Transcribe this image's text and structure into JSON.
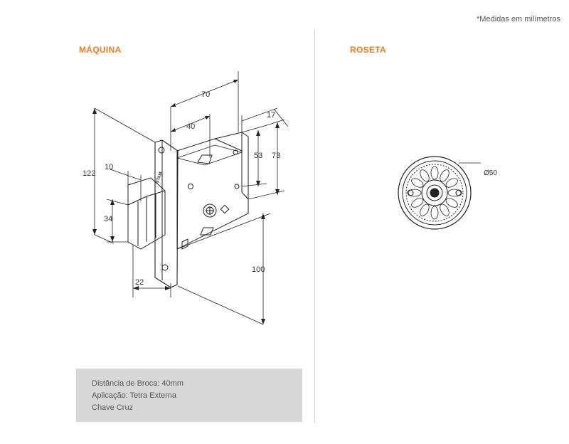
{
  "note": "*Medidas em milímetros",
  "maquina": {
    "title": "MÁQUINA",
    "dimensions": {
      "d70": "70",
      "d40": "40",
      "d17": "17",
      "d53": "53",
      "d73": "73",
      "d122": "122",
      "d10": "10",
      "d34": "34",
      "d100": "100",
      "d22": "22"
    },
    "brand_mark": "STAM"
  },
  "roseta": {
    "title": "ROSETA",
    "diameter": "Ø50"
  },
  "specs": [
    "Distância de Broca:  40mm",
    "Aplicação: Tetra Externa",
    "Chave Cruz"
  ],
  "colors": {
    "accent": "#ef7d22",
    "info_bg": "#d8d8d8",
    "divider": "#cfcfcf"
  }
}
